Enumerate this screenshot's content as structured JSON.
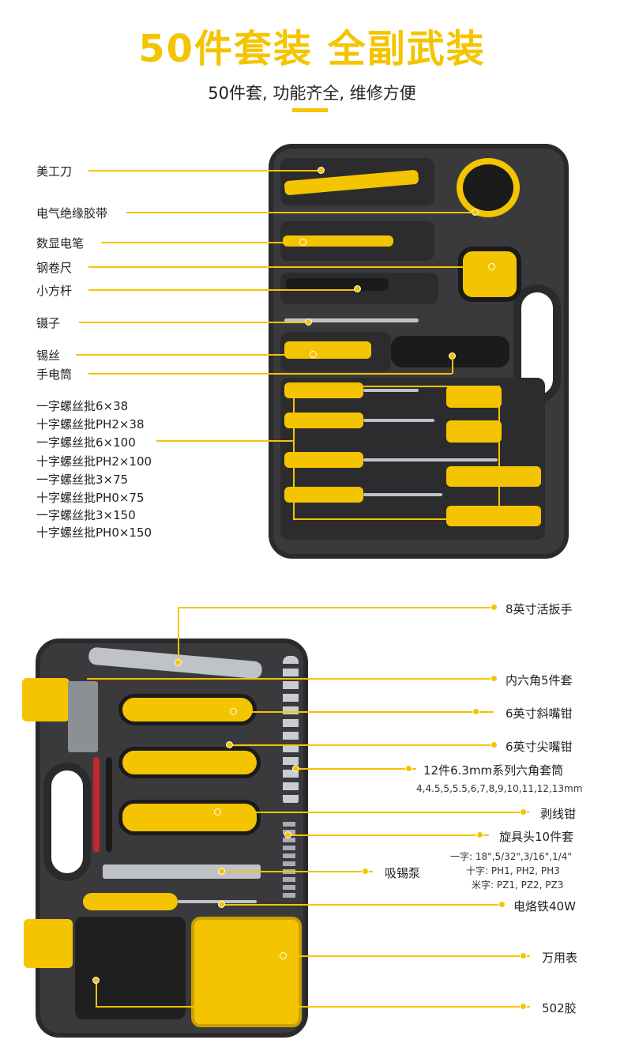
{
  "header": {
    "title": "50件套装 全副武装",
    "subtitle": "50件套, 功能齐全, 维修方便"
  },
  "top_labels": {
    "knife": "美工刀",
    "tape": "电气绝缘胶带",
    "pen": "数显电笔",
    "ruler": "钢卷尺",
    "bar": "小方杆",
    "tweezers": "镊子",
    "solder_wire": "锡丝",
    "flashlight": "手电筒",
    "screwdrivers": [
      "一字螺丝批6×38",
      "十字螺丝批PH2×38",
      "一字螺丝批6×100",
      "十字螺丝批PH2×100",
      "一字螺丝批3×75",
      "十字螺丝批PH0×75",
      "一字螺丝批3×150",
      "十字螺丝批PH0×150"
    ]
  },
  "bottom_labels": {
    "wrench": "8英寸活扳手",
    "hex": "内六角5件套",
    "diagonal_pliers": "6英寸斜嘴钳",
    "needle_pliers": "6英寸尖嘴钳",
    "sockets": "12件6.3mm系列六角套筒",
    "socket_sizes": "4,4.5,5,5.5,6,7,8,9,10,11,12,13mm",
    "stripper": "剥线钳",
    "bits": "旋具头10件套",
    "bits_slot": "一字: 18\",5/32\",3/16\",1/4\"",
    "bits_phillips": "十字: PH1, PH2, PH3",
    "bits_pozi": "米字: PZ1, PZ2, PZ3",
    "pump": "吸锡泵",
    "iron": "电烙铁40W",
    "multimeter": "万用表",
    "glue": "502胶"
  },
  "colors": {
    "accent": "#f5c400",
    "case": "#3a3a3c",
    "text": "#222222"
  }
}
